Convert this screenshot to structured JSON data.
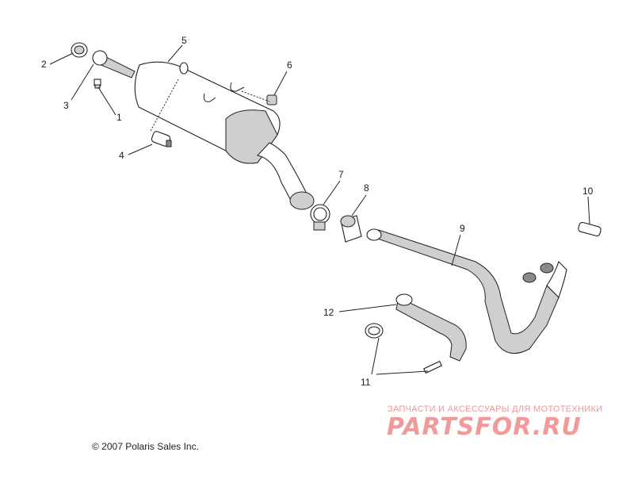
{
  "diagram": {
    "callouts": [
      "1",
      "2",
      "3",
      "4",
      "5",
      "6",
      "7",
      "8",
      "9",
      "10",
      "11",
      "12"
    ],
    "copyright": "© 2007 Polaris Sales Inc.",
    "watermark": {
      "tagline": "ЗАПЧАСТИ И АКСЕССУАРЫ ДЛЯ МОТОТЕХНИКИ",
      "logo": "PARTSFOR.RU"
    }
  }
}
